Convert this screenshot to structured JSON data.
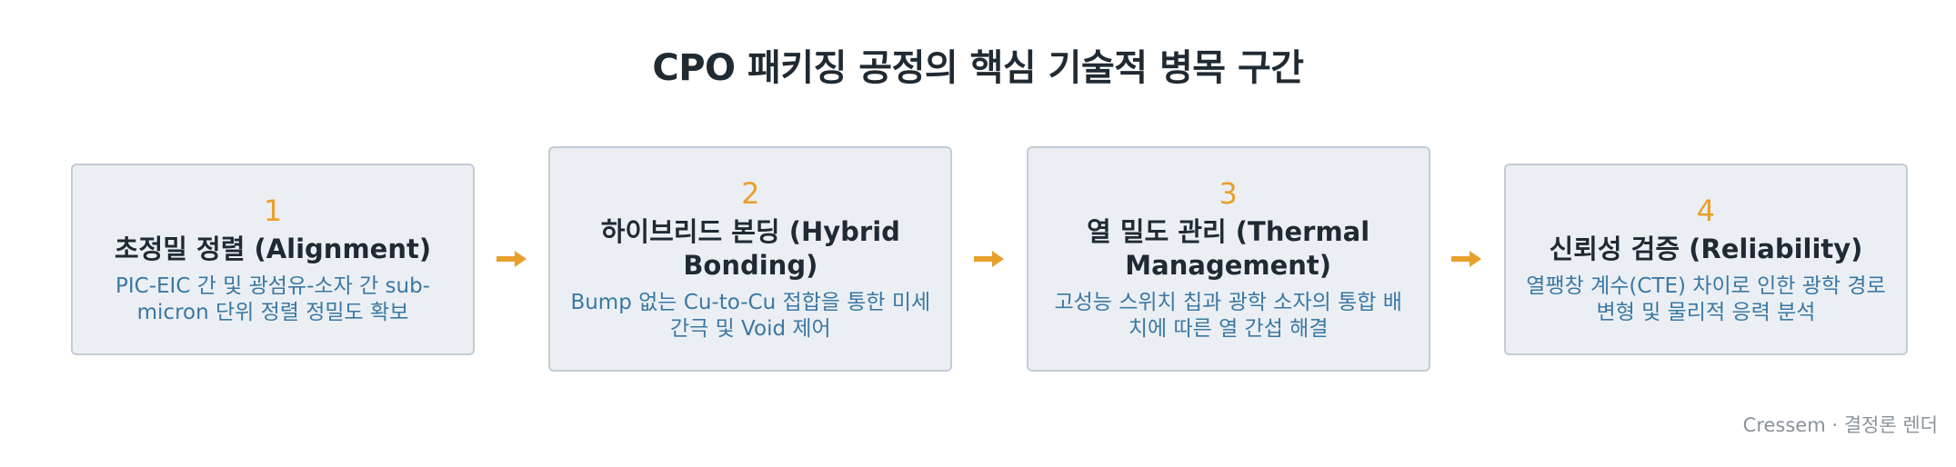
{
  "title": "CPO 패키징 공정의 핵심 기술적 병목 구간",
  "steps": [
    {
      "number": "1",
      "heading": "초정밀 정렬 (Alignment)",
      "description": "PIC-EIC 간 및 광섬유-소자 간 sub-micron 단위 정렬 정밀도 확보"
    },
    {
      "number": "2",
      "heading": "하이브리드 본딩 (Hybrid Bonding)",
      "description": "Bump 없는 Cu-to-Cu 접합을 통한 미세 간극 및 Void 제어"
    },
    {
      "number": "3",
      "heading": "열 밀도 관리 (Thermal Management)",
      "description": "고성능 스위치 칩과 광학 소자의 통합 배치에 따른 열 간섭 해결"
    },
    {
      "number": "4",
      "heading": "신뢰성 검증 (Reliability)",
      "description": "열팽창 계수(CTE) 차이로 인한 광학 경로 변형 및 물리적 응력 분석"
    }
  ],
  "footer": "Cressem · 결정론 렌더",
  "colors": {
    "accent": "#e8a02c",
    "description": "#3b78a3",
    "card_bg": "#ebeff3",
    "card_border": "#c3ccd5"
  },
  "icons": {
    "connector": "arrow-right-icon"
  }
}
